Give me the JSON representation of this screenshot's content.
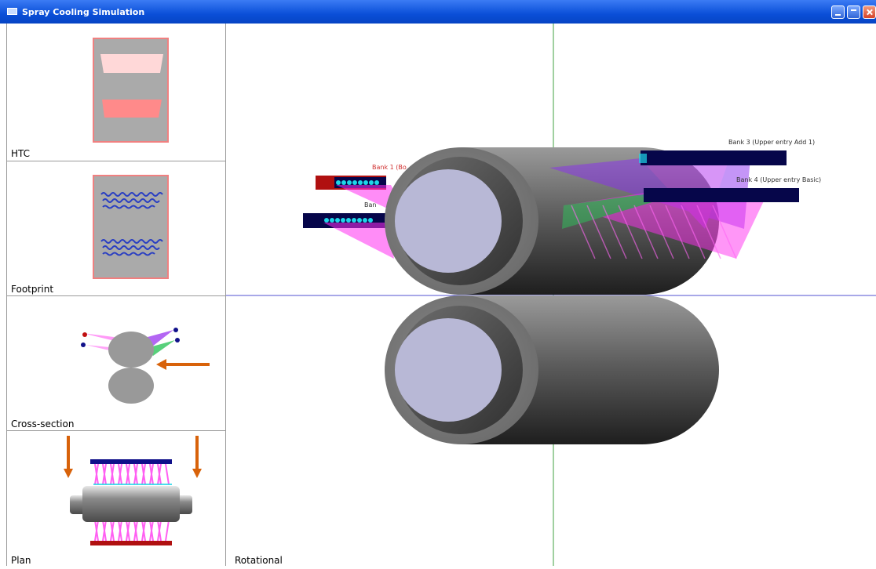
{
  "window": {
    "title": "Spray Cooling Simulation"
  },
  "panes": {
    "htc": {
      "label": "HTC"
    },
    "footprint": {
      "label": "Footprint"
    },
    "cross_section": {
      "label": "Cross-section"
    },
    "plan": {
      "label": "Plan"
    }
  },
  "main_view": {
    "label": "Rotational",
    "banks": [
      {
        "label": "Bank 1 (Bo"
      },
      {
        "label": "Ban"
      },
      {
        "label": "Bank 3 (Upper entry Add 1)"
      },
      {
        "label": "Bank 4 (Upper entry Basic)"
      }
    ]
  },
  "colors": {
    "bank1_label": "#d03030",
    "spray_magenta": "#ff2ef0",
    "spray_purple": "#8a2ef0",
    "spray_green": "#2ec45a",
    "header_navy": "#06064a",
    "header_red": "#b01010",
    "nozzle_cyan": "#1ed6e8",
    "roll_face": "#b8b8d6",
    "axis_blue": "#5050d0",
    "axis_green": "#40a040",
    "arrow_orange": "#d8620a"
  }
}
